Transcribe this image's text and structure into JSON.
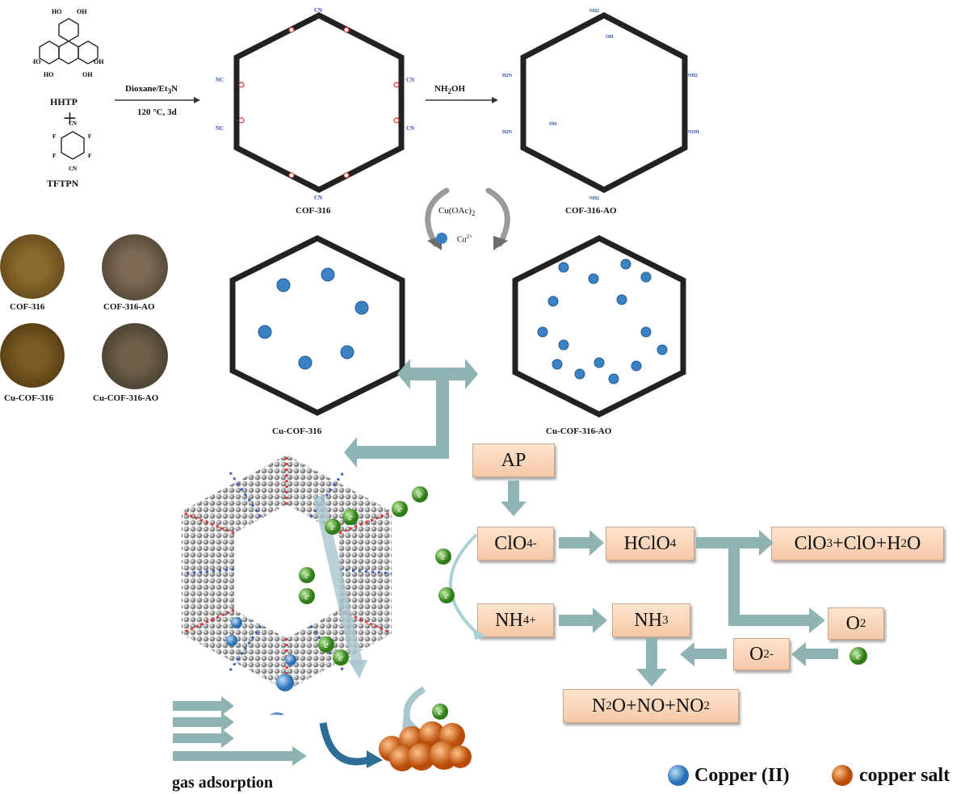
{
  "reactants": {
    "hhtp": "HHTP",
    "plus": "+",
    "tftpn": "TFTPN",
    "oh": "OH",
    "cn": "CN",
    "f": "F"
  },
  "step1": {
    "reagent": "Dioxane/Et",
    "reagent_sub": "3",
    "reagent_tail": "N",
    "conditions": "120 °C, 3d"
  },
  "step2": {
    "reagent": "NH",
    "reagent_sub": "2",
    "reagent_tail": "OH"
  },
  "step3": {
    "reagent": "Cu(OAc)",
    "reagent_sub": "2",
    "ion": "Cu",
    "ion_sup": "2+"
  },
  "frameworks": {
    "cof316": "COF-316",
    "cof316ao": "COF-316-AO",
    "cucof316": "Cu-COF-316",
    "cucof316ao": "Cu-COF-316-AO"
  },
  "photos": [
    "COF-316",
    "COF-316-AO",
    "Cu-COF-316",
    "Cu-COF-316-AO"
  ],
  "mechanism": {
    "ap": "AP",
    "clo4": "ClO",
    "clo4_sub": "4",
    "clo4_sup": "-",
    "hclo4": "HClO",
    "hclo4_sub": "4",
    "products1": "ClO",
    "products1_sub": "3",
    "products1_mid": "+ClO+H",
    "products1_sub2": "2",
    "products1_tail": "O",
    "nh4": "NH",
    "nh4_sub": "4",
    "nh4_sup": "+",
    "nh3": "NH",
    "nh3_sub": "3",
    "o2": "O",
    "o2_sub": "2",
    "o2minus": "O",
    "o2minus_sub": "2",
    "o2minus_sup": "-",
    "products2_a": "N",
    "products2_a_sub": "2",
    "products2_b": "O+NO+NO",
    "products2_b_sub": "2",
    "electron": "e"
  },
  "gas_adsorption": "gas adsorption",
  "legend": {
    "copper2": "Copper (II)",
    "copper_salt": "copper salt"
  },
  "colors": {
    "copper_ion": "#3b82c4",
    "copper_salt": "#d9651a",
    "electron": "#3f9b2a",
    "arrow": "#8fb3b3",
    "box": "#f8d3b5"
  }
}
